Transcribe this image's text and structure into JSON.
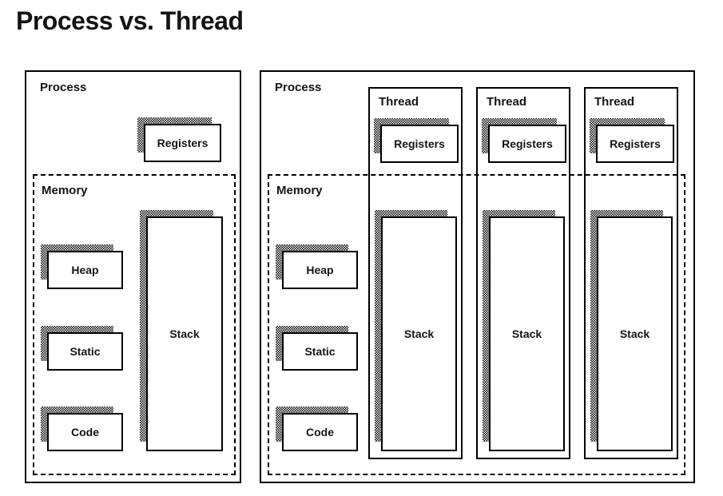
{
  "title": "Process vs. Thread",
  "left_panel": {
    "label": "Process",
    "registers": "Registers",
    "memory": {
      "label": "Memory",
      "heap": "Heap",
      "static": "Static",
      "code": "Code",
      "stack": "Stack"
    }
  },
  "right_panel": {
    "label": "Process",
    "threads": [
      {
        "label": "Thread",
        "registers": "Registers",
        "stack": "Stack"
      },
      {
        "label": "Thread",
        "registers": "Registers",
        "stack": "Stack"
      },
      {
        "label": "Thread",
        "registers": "Registers",
        "stack": "Stack"
      }
    ],
    "memory": {
      "label": "Memory",
      "heap": "Heap",
      "static": "Static",
      "code": "Code"
    }
  },
  "colors": {
    "ink": "#000000",
    "background": "#ffffff"
  }
}
